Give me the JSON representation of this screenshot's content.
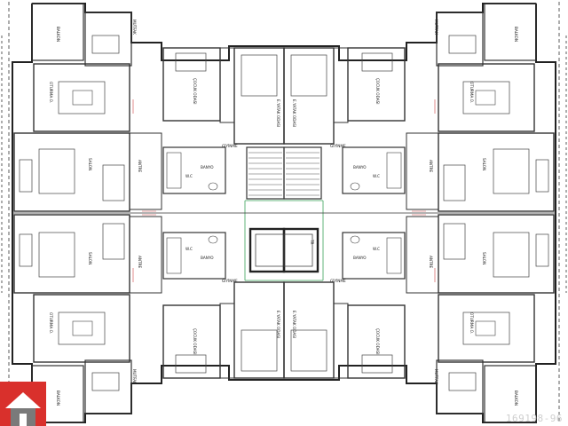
{
  "colors": {
    "wall": "#222222",
    "line": "#555555",
    "accent_green": "#3aa35a",
    "brand_red": "#d9302c",
    "brand_gray": "#7a7a7a",
    "watermark": "#cfcfcf"
  },
  "labels": {
    "balkon": "BALKON",
    "mutfak": "MUTFAK",
    "oturma": "OTURMA O.",
    "salon": "SALON",
    "antre": "ANTRE",
    "cocuk": "ÇOCUK ODASI",
    "ebeveyn": "E.YATAK ODASI",
    "banyo": "BANYO",
    "wc": "W.C",
    "giyinme": "GİYİNME",
    "tr": "TR"
  },
  "watermark": "169198-96",
  "icons": {
    "logo": "house-logo-icon"
  }
}
